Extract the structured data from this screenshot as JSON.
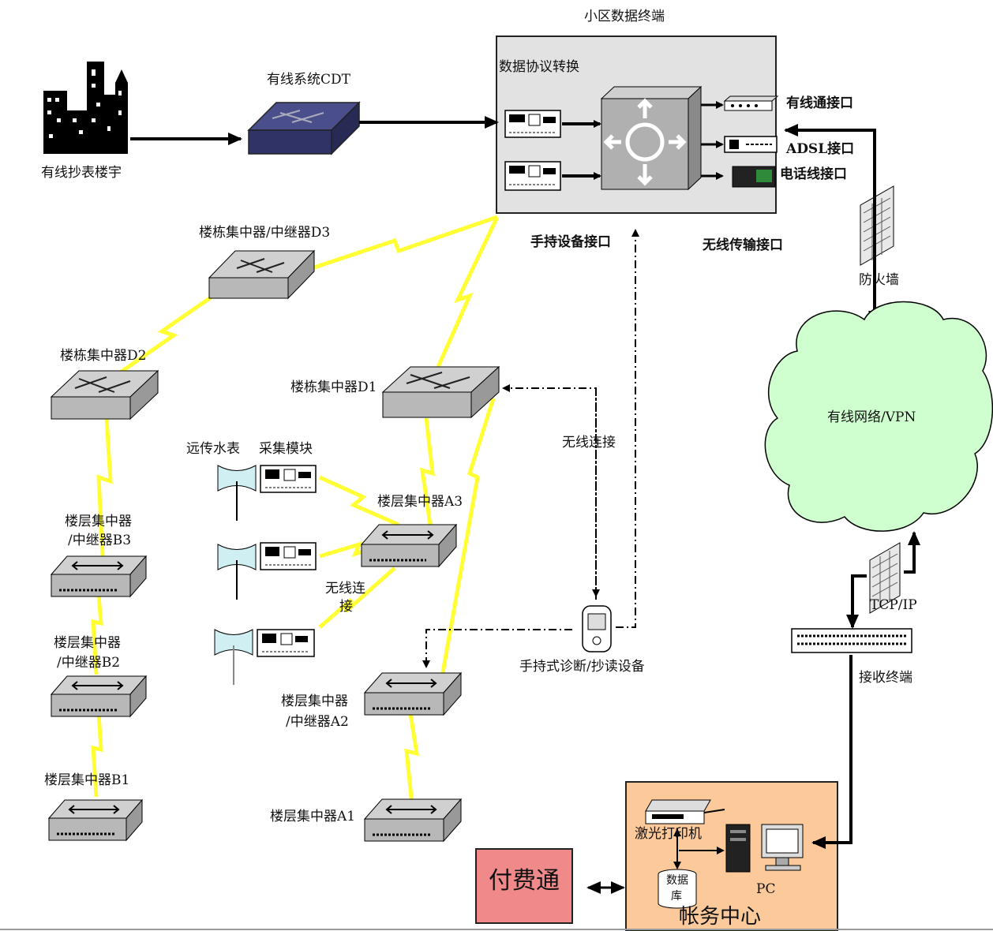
{
  "labels": {
    "terminal_title": "小区数据终端",
    "protocol_convert": "数据协议转换",
    "cdt": "有线系统CDT",
    "wired_building": "有线抄表楼宇",
    "cable_port": "有线通接口",
    "adsl_port": "ADSL接口",
    "phone_port": "电话线接口",
    "handheld_port": "手持设备接口",
    "wireless_port": "无线传输接口",
    "firewall_top": "防火墙",
    "cloud": "有线网络/VPN",
    "tcpip": "TCP/IP",
    "receiver": "接收终端",
    "d3": "楼栋集中器/中继器D3",
    "d2": "楼栋集中器D2",
    "d1": "楼栋集中器D1",
    "remote_meter": "远传水表",
    "acq_module": "采集模块",
    "a3": "楼层集中器A3",
    "b3_line1": "楼层集中器",
    "b3_line2": "/中继器B3",
    "b2_line1": "楼层集中器",
    "b2_line2": "/中继器B2",
    "b1": "楼层集中器B1",
    "a2_line1": "楼层集中器",
    "a2_line2": "/中继器A2",
    "a1": "楼层集中器A1",
    "wireless_link_1": "无线连接",
    "wireless_link_2_line1": "无线连",
    "wireless_link_2_line2": "接",
    "handheld_device": "手持式诊断/抄读设备",
    "laser_printer": "激光打印机",
    "database_line1": "数据",
    "database_line2": "库",
    "pc": "PC",
    "account_center": "帐务中心",
    "pay_channel": "付费通"
  },
  "colors": {
    "terminal_box": "#e2e2e2",
    "account_box": "#fcc99a",
    "pay_box": "#f08a8a",
    "cloud": "#cfffcf",
    "wireless_link": "#ffff33",
    "switch_gray": "#b8b8b8",
    "cdt_blue": "#3a3f7a"
  }
}
